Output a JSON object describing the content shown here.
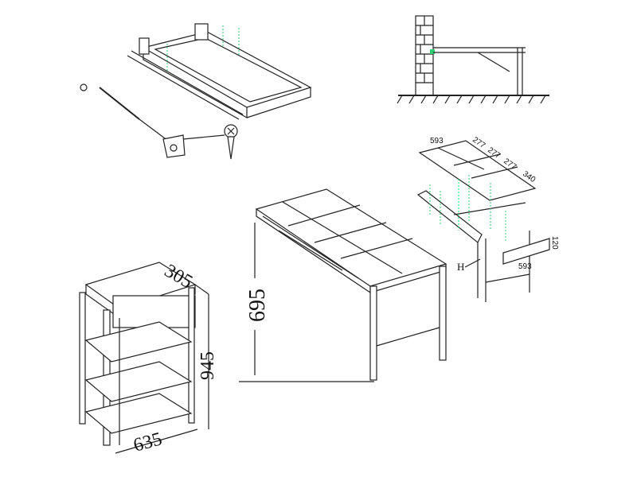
{
  "desk": {
    "height_label": "695"
  },
  "cabinet": {
    "depth_label": "305",
    "height_label": "945",
    "width_label": "635"
  },
  "exploded_top": {
    "width_label": "593",
    "segment_labels": [
      "277",
      "277",
      "277",
      "340"
    ],
    "front_panel_width": "593",
    "front_panel_height": "120",
    "hardware_label": "H"
  },
  "colors": {
    "guide": "#2ecc71",
    "line": "#222222"
  }
}
